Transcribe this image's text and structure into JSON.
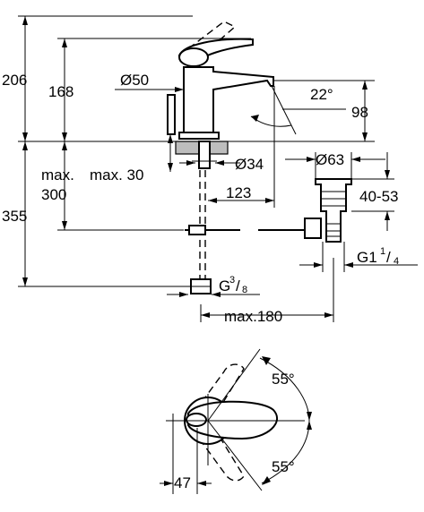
{
  "dimensions": {
    "overall_height": "206",
    "spout_height": "168",
    "aerator_diameter": "Ø50",
    "swivel_angle": "22°",
    "spout_outlet_height": "98",
    "max_label_1": "max.",
    "max_label_2": "max. 30",
    "hole_diameter": "Ø34",
    "waste_diameter": "Ø63",
    "thread_length": "300",
    "reach": "123",
    "waste_range": "40-53",
    "hose_length": "355",
    "connection_thread_prefix": "G",
    "connection_thread_num": "3",
    "connection_thread_den": "8",
    "waste_thread_prefix": "G1",
    "waste_thread_num": "1",
    "waste_thread_den": "4",
    "max_180": "max.180",
    "lever_angle_top": "55°",
    "lever_angle_bottom": "55°",
    "lever_offset": "47"
  }
}
